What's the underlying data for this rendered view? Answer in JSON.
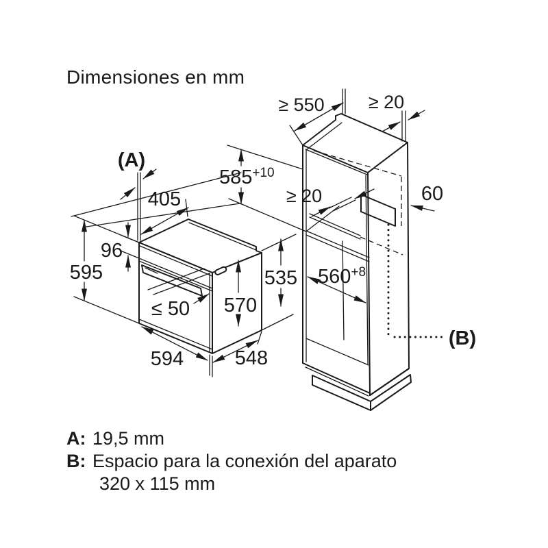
{
  "title": "Dimensiones en mm",
  "oven": {
    "label_a": "(A)",
    "dim_depth_top": "405",
    "dim_panel_height": "96",
    "dim_height": "595",
    "dim_handle_protrusion": "≤ 50",
    "dim_body_height": "570",
    "dim_side": "535",
    "dim_width": "594",
    "dim_depth": "548"
  },
  "cabinet": {
    "label_b": "(B)",
    "dim_depth_min": "≥ 550",
    "dim_rear_gap": "≥ 20",
    "dim_niche_height": "585",
    "dim_niche_height_tol": "+10",
    "dim_rear_clearance": "≥ 20",
    "dim_connection_depth": "60",
    "dim_niche_width": "560",
    "dim_niche_width_tol": "+8"
  },
  "legend": {
    "a_key": "A:",
    "a_value": "19,5 mm",
    "b_key": "B:",
    "b_value": "Espacio para la conexión del aparato",
    "b_value2": "320 x 115 mm"
  },
  "colors": {
    "line": "#1a1a1a",
    "background": "#ffffff"
  }
}
